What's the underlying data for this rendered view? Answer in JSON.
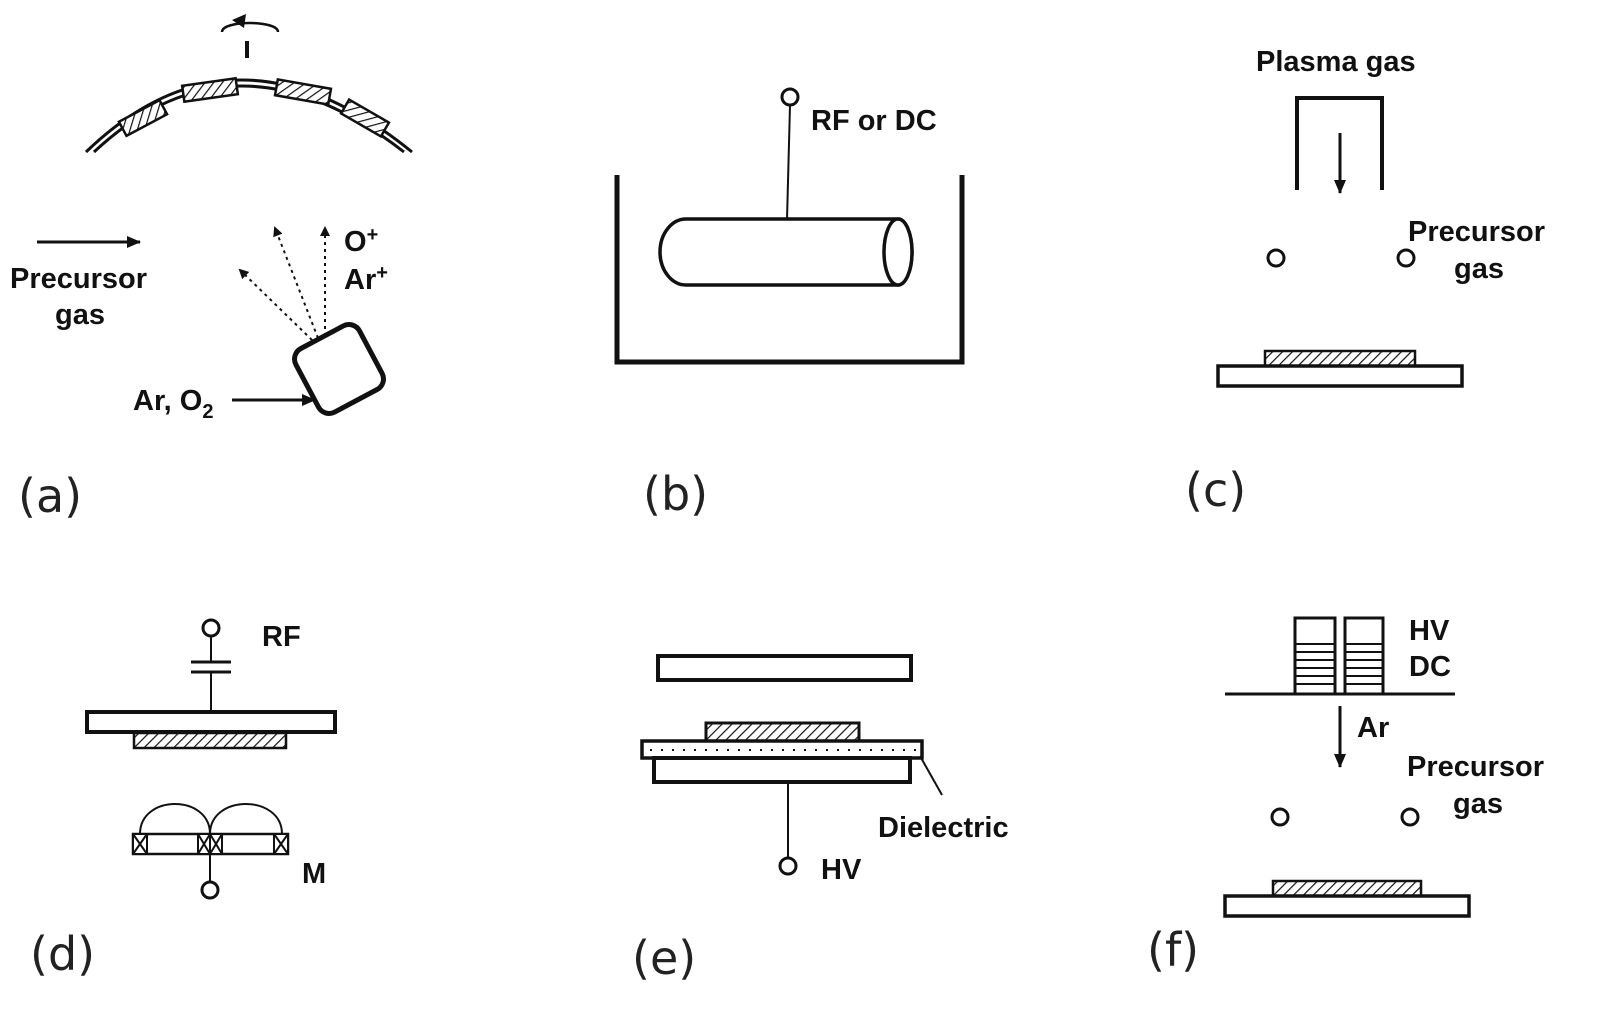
{
  "colors": {
    "ink": "#111111",
    "background": "#ffffff"
  },
  "panels": {
    "a": {
      "label": "(a)",
      "precursor_gas_line1": "Precursor",
      "precursor_gas_line2": "gas",
      "ion1": "O",
      "ion1_charge": "+",
      "ion2": "Ar",
      "ion2_charge": "+",
      "feed_text": "Ar, O",
      "feed_sub": "2"
    },
    "b": {
      "label": "(b)",
      "power": "RF or DC"
    },
    "c": {
      "label": "(c)",
      "plasma_gas": "Plasma gas",
      "precursor_line1": "Precursor",
      "precursor_line2": "gas"
    },
    "d": {
      "label": "(d)",
      "power": "RF",
      "magnet": "M"
    },
    "e": {
      "label": "(e)",
      "dielectric": "Dielectric",
      "power": "HV"
    },
    "f": {
      "label": "(f)",
      "power_line1": "HV",
      "power_line2": "DC",
      "gas": "Ar",
      "precursor_line1": "Precursor",
      "precursor_line2": "gas"
    }
  }
}
